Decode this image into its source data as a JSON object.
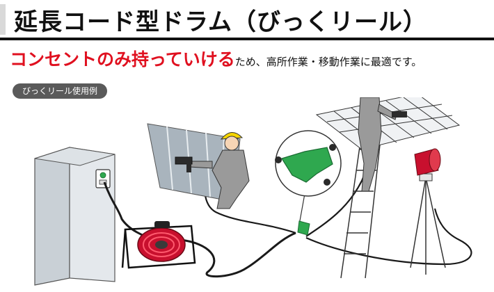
{
  "header": {
    "title": "延長コード型ドラム（びっくリール）"
  },
  "subheading": {
    "emphasis": "コンセントのみ持っていける",
    "rest": "ため、高所作業・移動作業に最適です。"
  },
  "badge": {
    "label": "びっくリール使用例"
  },
  "colors": {
    "emphasis_red": "#e0101f",
    "badge_gray": "#5a5a5a",
    "plug_green": "#2fa84f",
    "helmet_yellow": "#f5d400",
    "worker_gray": "#9a9a9a",
    "reel_red": "#c8102e"
  },
  "illustration": {
    "wall_outlet": "wall-outlet-icon",
    "cord_reel": "cord-reel-icon",
    "splitter": "three-way-plug-icon",
    "worker_crouching": "worker-with-drill-icon",
    "worker_ladder": "worker-on-ladder-icon",
    "floodlight": "floodlight-on-tripod-icon"
  }
}
